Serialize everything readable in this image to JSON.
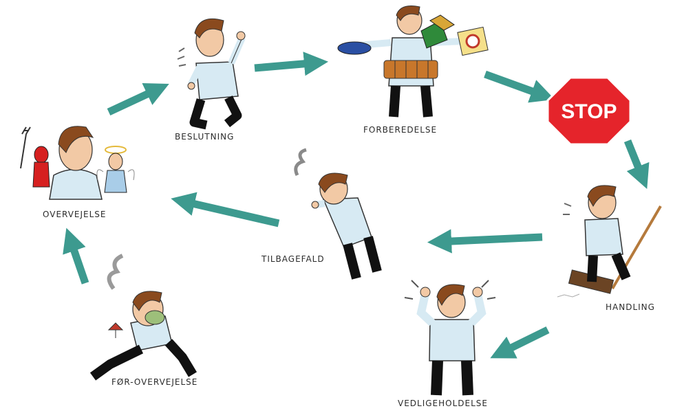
{
  "stages": {
    "beslutning": "BESLUTNING",
    "forberedelse": "FORBEREDELSE",
    "handling": "HANDLING",
    "vedligeholdelse": "VEDLIGEHOLDELSE",
    "tilbagefald": "TILBAGEFALD",
    "overvejelse": "OVERVEJELSE",
    "for_overvejelse": "FØR-OVERVEJELSE"
  },
  "stop_sign": "STOP",
  "colors": {
    "arrow": "#3d9a8f",
    "stop": "#e5242b",
    "shirt": "#d7eaf3",
    "hair": "#8a4a1e",
    "skin": "#f2c9a5",
    "devil": "#d62020",
    "trousers": "#111111"
  }
}
